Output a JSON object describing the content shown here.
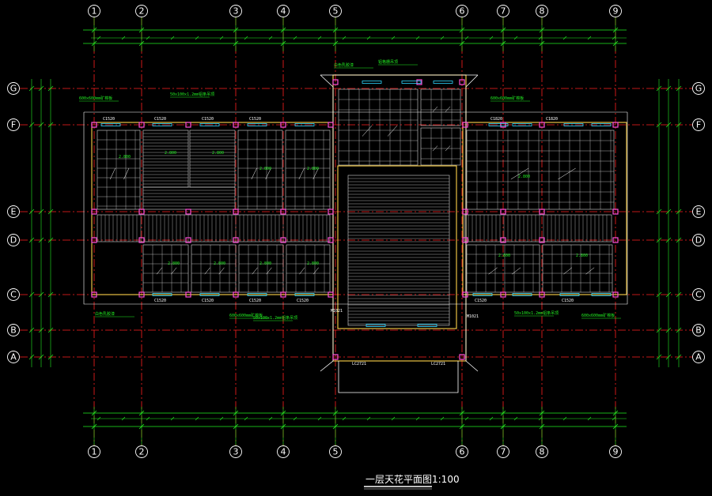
{
  "drawing": {
    "title": "一层天花平面图",
    "scale": "1:100",
    "background": "#000000",
    "colors": {
      "axis": "#ff2020",
      "wall": "#ffd24a",
      "dimension": "#22ee22",
      "bubble": "#ffffff",
      "column": "#ff4fd8",
      "window": "#2fd8ff",
      "grid": "#d8d8d8",
      "slat": "#b0b0ff",
      "text": "#ffffff"
    }
  },
  "axes": {
    "vertical": [
      "1",
      "2",
      "3",
      "4",
      "5",
      "6",
      "7",
      "8",
      "9"
    ],
    "horizontal": [
      "G",
      "F",
      "E",
      "D",
      "C",
      "B",
      "A"
    ]
  },
  "room_labels": [
    "2.800",
    "2.800",
    "2.800",
    "2.800",
    "2.800",
    "2.800",
    "2.800",
    "2.800",
    "2.800",
    "2.800",
    "2.800",
    "2.800"
  ],
  "window_tags": [
    "C1520",
    "C1520",
    "C1520",
    "C1520",
    "C1820",
    "C1820",
    "C1520",
    "C1520",
    "C1520",
    "C1520",
    "C1520",
    "C1520"
  ],
  "door_tags": [
    "LC2721",
    "LC2721",
    "M1021",
    "M1021"
  ],
  "notes": {
    "ceiling_600": "600x600mm矿棉板",
    "aluminum_strip": "50x100x1.2mm铝条吊顶",
    "grille": "铝格栅吊顶",
    "paint": "白色乳胶漆"
  }
}
